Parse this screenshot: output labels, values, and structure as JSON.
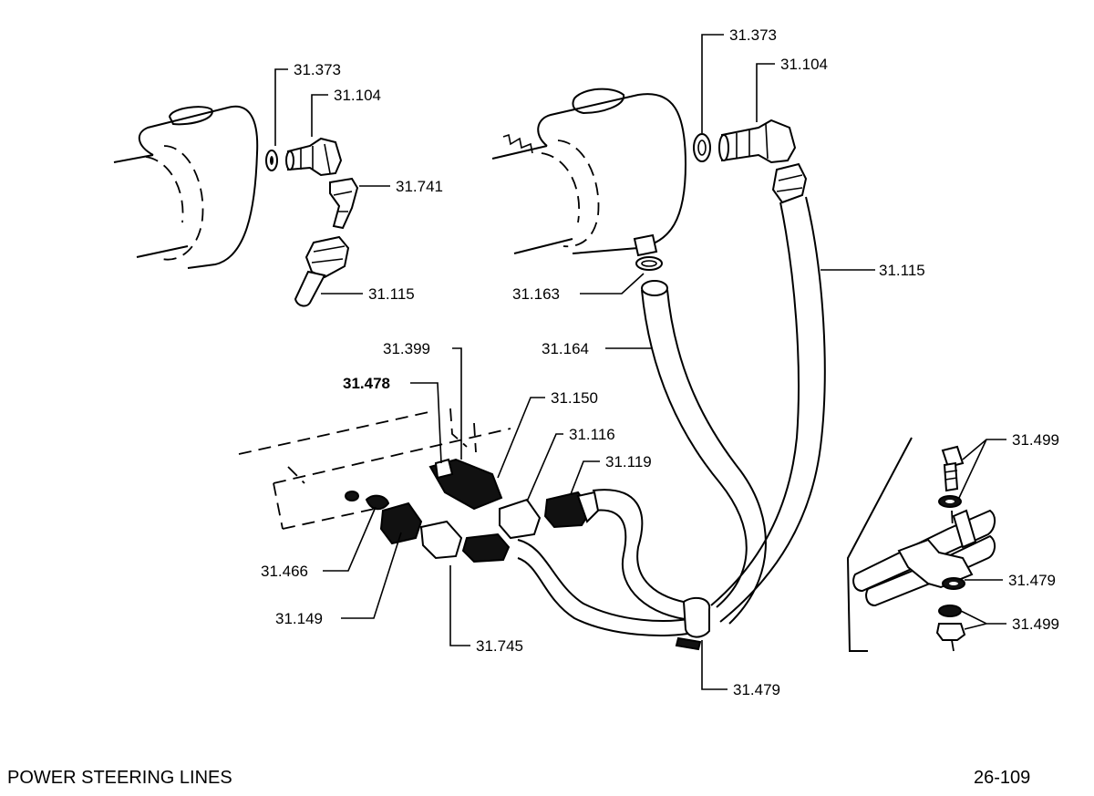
{
  "caption": "POWER STEERING LINES",
  "page_number": "26-109",
  "labels": {
    "l1": "31.373",
    "l2": "31.104",
    "l3": "31.741",
    "l4": "31.115",
    "l5": "31.373",
    "l6": "31.104",
    "l7": "31.115",
    "l8": "31.163",
    "l9": "31.164",
    "l10": "31.399",
    "l11": "31.478",
    "l12": "31.150",
    "l13": "31.116",
    "l14": "31.119",
    "l15": "31.466",
    "l16": "31.149",
    "l17": "31.745",
    "l18": "31.479",
    "l19": "31.499",
    "l20": "31.479",
    "l21": "31.499"
  }
}
